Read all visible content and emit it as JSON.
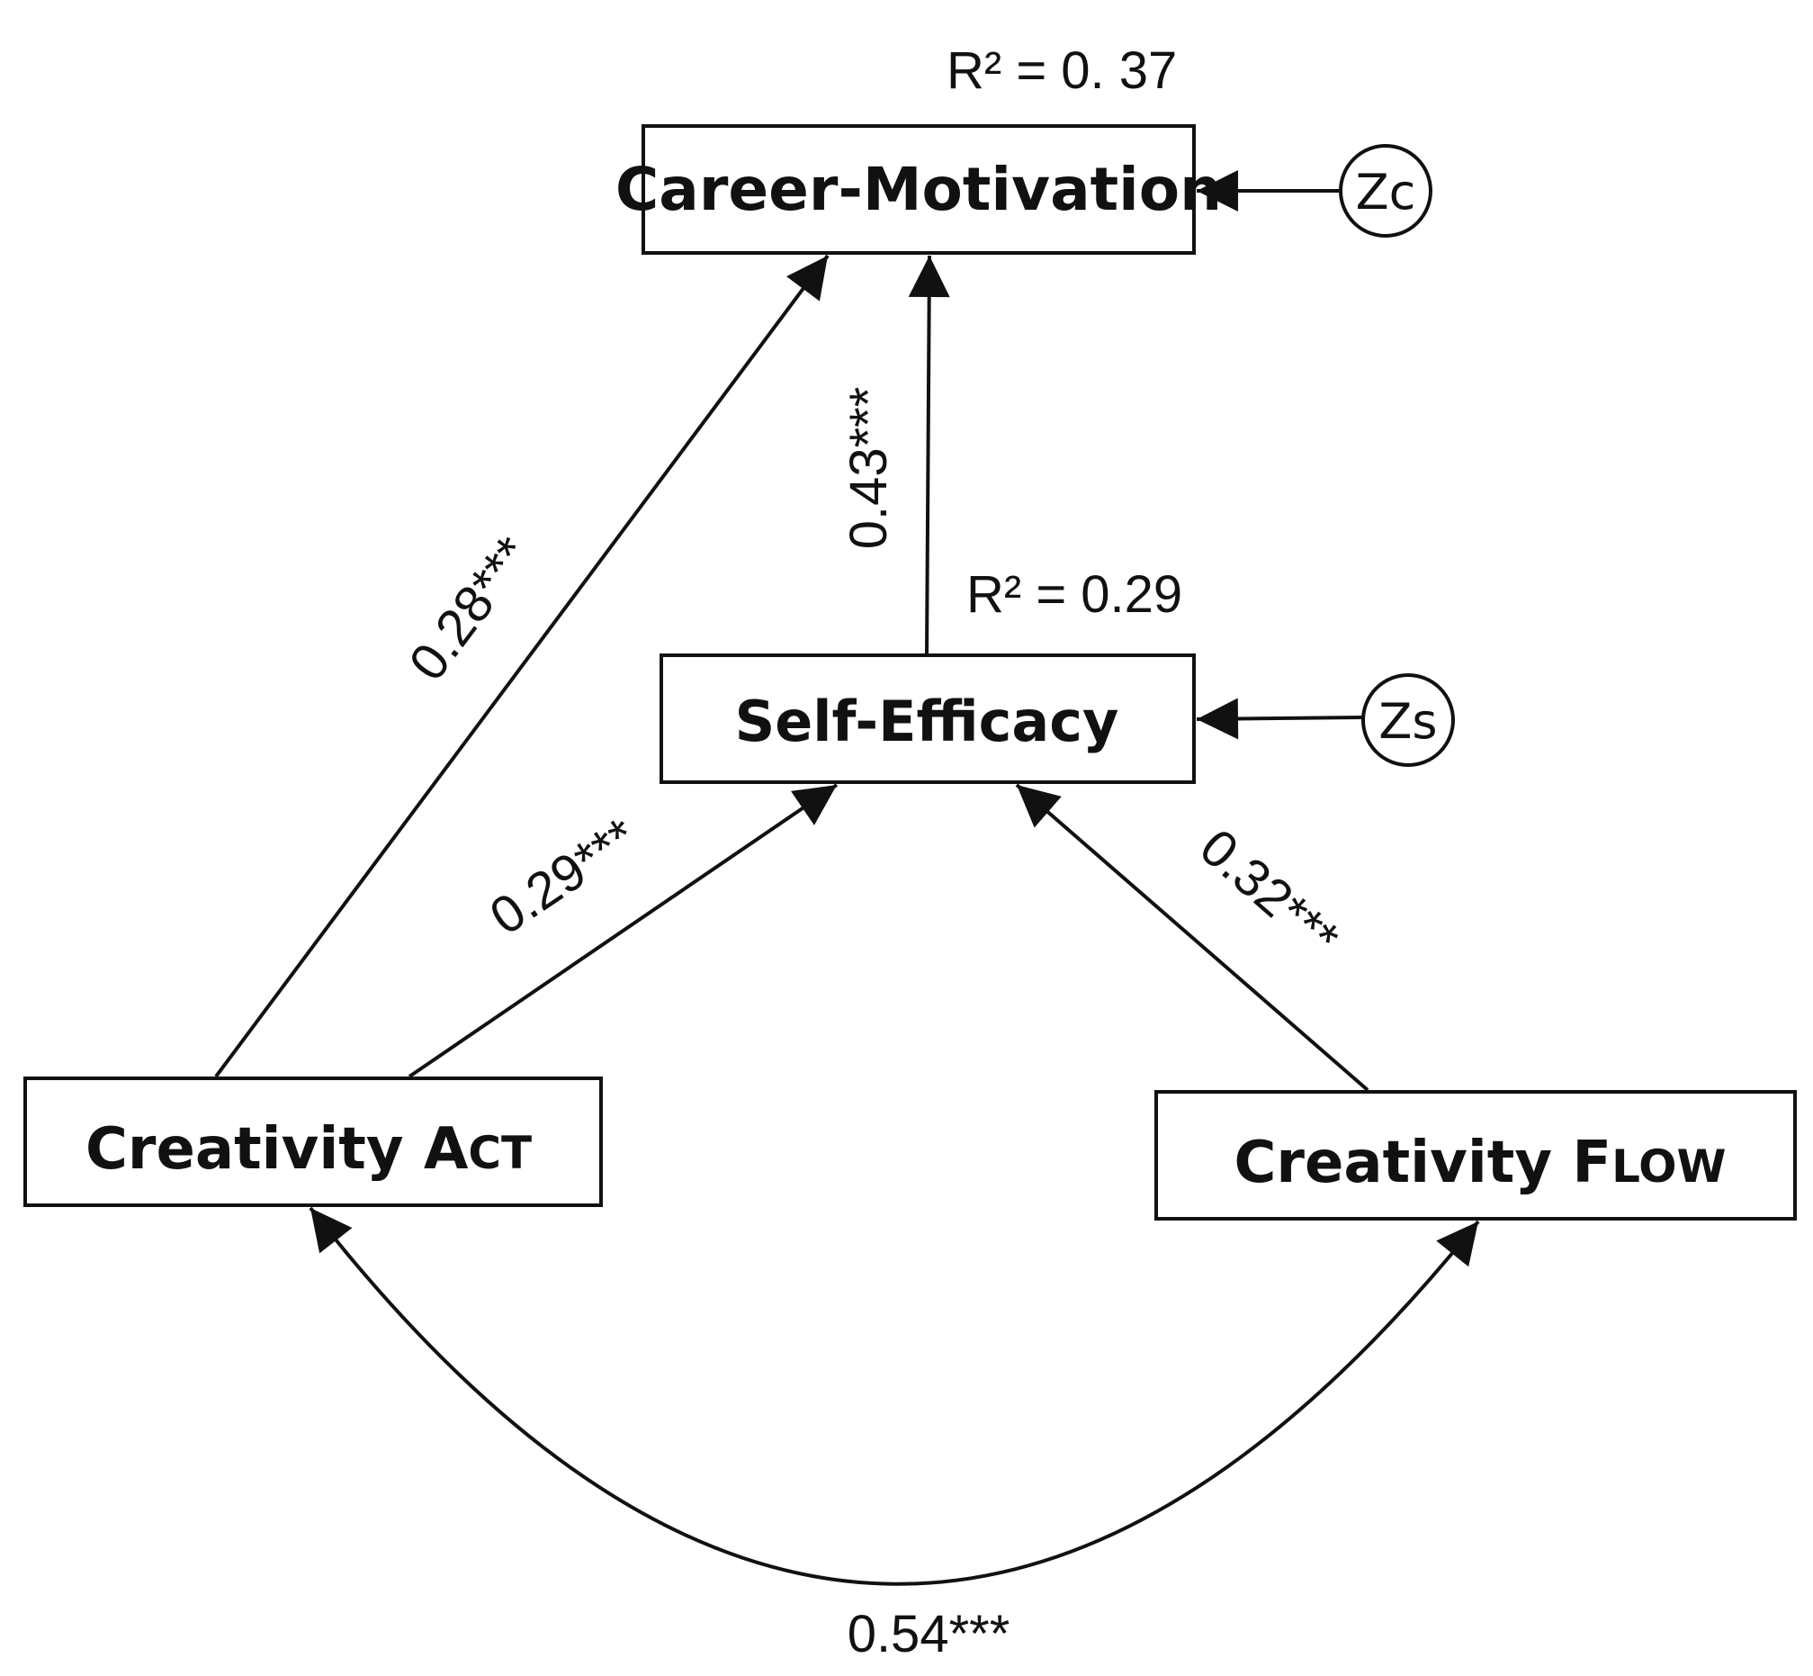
{
  "nodes": {
    "career_motivation": {
      "label": "Career-Motivation",
      "r2": "R² = 0. 37"
    },
    "self_efficacy": {
      "label": "Self-Efficacy",
      "r2": "R² = 0.29"
    },
    "creativity_act": {
      "label_main": "Creativity ",
      "label_sc_big": "A",
      "label_sc_small": "CT"
    },
    "creativity_flow": {
      "label_main": "Creativity ",
      "label_sc_big": "F",
      "label_sc_small": "LOW"
    }
  },
  "residuals": {
    "zc": "Zc",
    "zs": "Zs"
  },
  "paths": {
    "act_to_career": "0.28***",
    "self_to_career": "0.43***",
    "act_to_self": "0.29***",
    "flow_to_self": "0.32***",
    "act_flow_covariance": "0.54***"
  },
  "colors": {
    "ink": "#111111",
    "background": "#ffffff"
  }
}
